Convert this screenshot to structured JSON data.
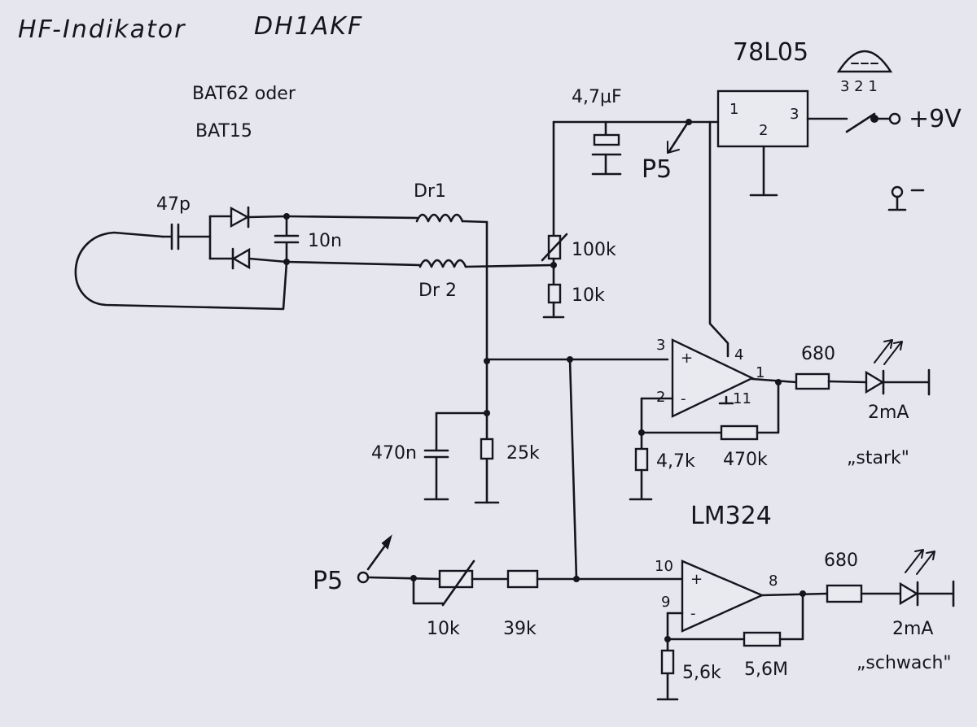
{
  "title_left": "HF-Indikator",
  "title_right": "DH1AKF",
  "diode_note_1": "BAT62 oder",
  "diode_note_2": "BAT15",
  "labels": {
    "c_47p": "47p",
    "c_10n": "10n",
    "dr1": "Dr1",
    "dr2": "Dr 2",
    "c_4u7": "4,7µF",
    "p5_top": "P5",
    "reg": "78L05",
    "reg_pins_top": "3 2 1",
    "reg_pin1": "1",
    "reg_pin2": "2",
    "reg_pin3": "3",
    "supply": "+9V",
    "r_100k": "100k",
    "r_10k_top": "10k",
    "c_470n": "470n",
    "r_25k": "25k",
    "op1_pin3": "3",
    "op1_pin2": "2",
    "op1_pin4": "4",
    "op1_pin11": "11",
    "op1_pin1": "1",
    "op1_plus": "+",
    "op1_minus": "-",
    "r_680_1": "680",
    "i_2ma_1": "2mA",
    "stark": "„stark\"",
    "r_4k7": "4,7k",
    "r_470k": "470k",
    "ic": "LM324",
    "p5_bottom": "P5",
    "pot_10k": "10k",
    "r_39k": "39k",
    "op2_pin10": "10",
    "op2_pin9": "9",
    "op2_pin8": "8",
    "op2_plus": "+",
    "op2_minus": "-",
    "r_680_2": "680",
    "i_2ma_2": "2mA",
    "schwach": "„schwach\"",
    "r_5k6": "5,6k",
    "r_5m6": "5,6M"
  }
}
